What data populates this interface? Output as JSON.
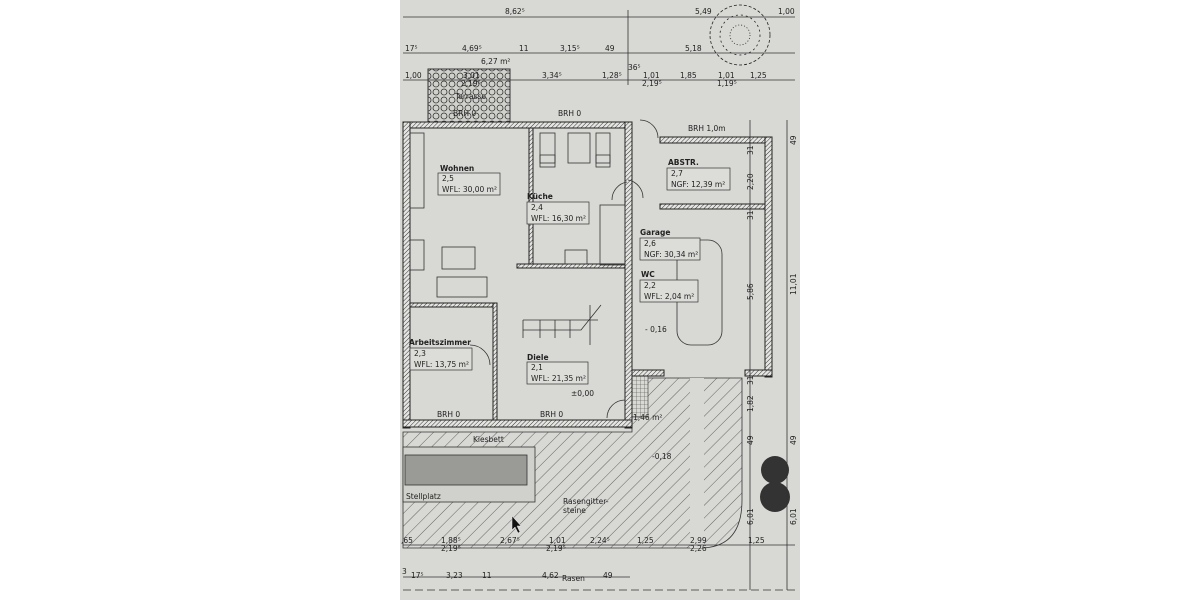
{
  "plan": {
    "rooms": [
      {
        "name": "Wohnen",
        "number": "2,5",
        "area": "WFL: 30,00 m²"
      },
      {
        "name": "Küche",
        "number": "2,4",
        "area": "WFL: 16,30 m²"
      },
      {
        "name": "ABSTR.",
        "number": "2,7",
        "area": "NGF: 12,39 m²"
      },
      {
        "name": "Garage",
        "number": "2,6",
        "area": "NGF: 30,34 m²"
      },
      {
        "name": "WC",
        "number": "2,2",
        "area": "WFL: 2,04 m²"
      },
      {
        "name": "Arbeitszimmer",
        "number": "2,3",
        "area": "WFL: 13,75 m²"
      },
      {
        "name": "Diele",
        "number": "2,1",
        "area": "WFL: 21,35 m²"
      }
    ],
    "labels": {
      "terrasse": "Terrasse",
      "terrasse_area": "6,27 m²",
      "terrasse_dim1": "3,01",
      "terrasse_dim2": "2,19⁵",
      "brh_top_left": "BRH 0",
      "brh_top_mid": "BRH 0",
      "brh_garage": "BRH 1,0m",
      "brh_bottom_left": "BRH 0",
      "brh_bottom_mid": "BRH 0",
      "level_zero": "±0,00",
      "level_garage": "- 0,16",
      "level_drive": "-0,18",
      "entry_area": "1,46 m²",
      "kiesbett": "Kiesbett",
      "stellplatz": "Stellplatz",
      "rasengitter": "Rasengitter-",
      "rasengitter2": "steine",
      "rasen": "Rasen"
    },
    "dims_top": [
      "8,62⁵",
      "5,49",
      "1,00"
    ],
    "dims_top2": [
      "17⁵",
      "4,69⁵",
      "11",
      "3,15⁵",
      "49",
      "5,18"
    ],
    "dims_top3": [
      "1,00",
      "3,34⁵",
      "1,28⁵",
      "36⁵",
      "1,01",
      "2,19⁵",
      "1,85",
      "1,01",
      "1,19⁵",
      "1,25"
    ],
    "dims_right": [
      "49",
      "31",
      "2,20",
      "31",
      "11,01",
      "5,86",
      "31",
      "1,82",
      "49",
      "49",
      "6,01",
      "6,01"
    ],
    "dims_bottom": [
      ",65",
      "1,88⁵",
      "2,19⁵",
      "2,67⁵",
      "1,01",
      "2,19⁵",
      "2,24⁵",
      "1,25",
      "2,99",
      "2,26",
      "1,25"
    ],
    "dims_bottom2": [
      "3",
      "17⁵",
      "3,23",
      "11",
      "4,62",
      "49"
    ]
  }
}
